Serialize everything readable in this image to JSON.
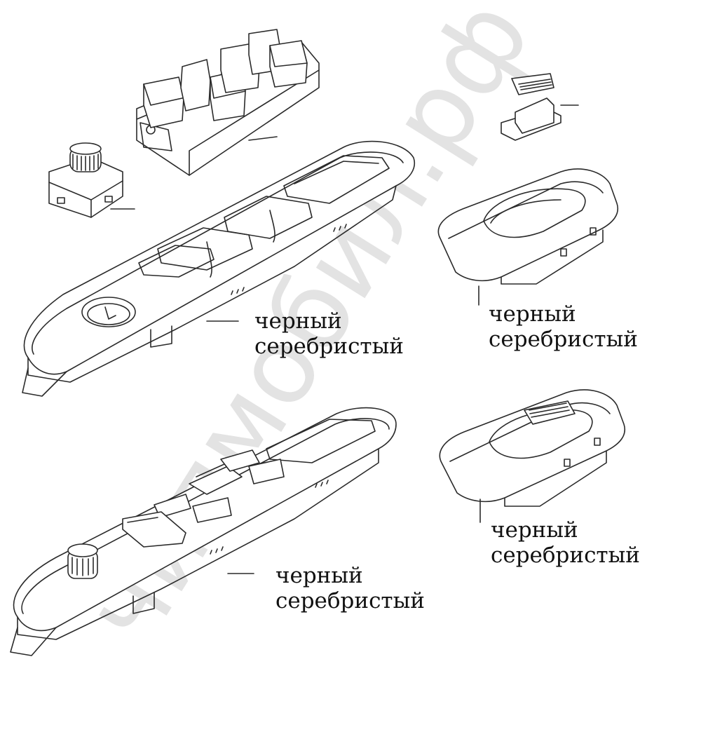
{
  "watermark": {
    "text": "чипмобил.рф",
    "color": "#e3e3e3"
  },
  "colors": {
    "ink": "#2a2a2a",
    "paper": "#ffffff"
  },
  "callouts": [
    {
      "id": "panel-upper",
      "lines": [
        "черный",
        "серебристый"
      ]
    },
    {
      "id": "single-upper",
      "lines": [
        "черный",
        "серебристый"
      ]
    },
    {
      "id": "panel-lower",
      "lines": [
        "черный",
        "серебристый"
      ]
    },
    {
      "id": "single-lower",
      "lines": [
        "черный",
        "серебристый"
      ]
    }
  ]
}
